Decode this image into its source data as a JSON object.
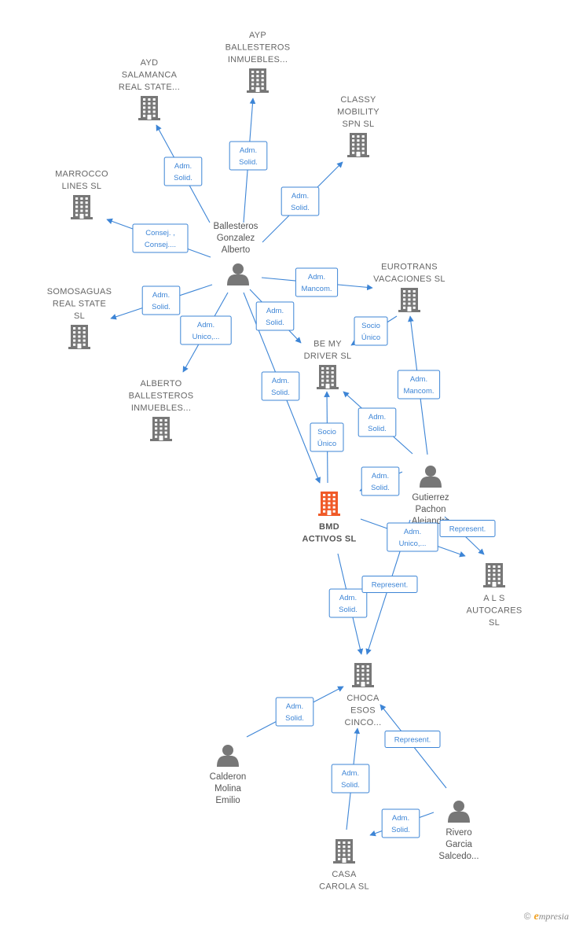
{
  "colors": {
    "edge": "#3d85d6",
    "company_icon": "#777777",
    "main_company_icon": "#f05a28",
    "person_icon": "#777777"
  },
  "companies": [
    {
      "id": "ayp",
      "lines": [
        "AYP",
        "BALLESTEROS",
        "INMUEBLES..."
      ]
    },
    {
      "id": "ayd",
      "lines": [
        "AYD",
        "SALAMANCA",
        "REAL STATE..."
      ]
    },
    {
      "id": "classy",
      "lines": [
        "CLASSY",
        "MOBILITY",
        "SPN  SL"
      ]
    },
    {
      "id": "marrocco",
      "lines": [
        "MARROCCO",
        "LINES  SL"
      ]
    },
    {
      "id": "somosaguas",
      "lines": [
        "SOMOSAGUAS",
        "REAL STATE",
        "SL"
      ]
    },
    {
      "id": "alberto",
      "lines": [
        "ALBERTO",
        "BALLESTEROS",
        "INMUEBLES..."
      ]
    },
    {
      "id": "eurotrans",
      "lines": [
        "EUROTRANS",
        "VACACIONES SL"
      ]
    },
    {
      "id": "bemy",
      "lines": [
        "BE MY",
        "DRIVER  SL"
      ]
    },
    {
      "id": "bmd",
      "lines": [
        "BMD",
        "ACTIVOS  SL"
      ],
      "main": true
    },
    {
      "id": "als",
      "lines": [
        "A L S",
        "AUTOCARES",
        "SL"
      ]
    },
    {
      "id": "choca",
      "lines": [
        "CHOCA",
        "ESOS",
        "CINCO..."
      ]
    },
    {
      "id": "casa",
      "lines": [
        "CASA",
        "CAROLA SL"
      ]
    }
  ],
  "persons": [
    {
      "id": "ballesteros",
      "lines": [
        "Ballesteros",
        "Gonzalez",
        "Alberto"
      ]
    },
    {
      "id": "gutierrez",
      "lines": [
        "Gutierrez",
        "Pachon",
        "Alejandro"
      ]
    },
    {
      "id": "calderon",
      "lines": [
        "Calderon",
        "Molina",
        "Emilio"
      ]
    },
    {
      "id": "rivero",
      "lines": [
        "Rivero",
        "Garcia",
        "Salcedo..."
      ]
    }
  ],
  "edges": [
    {
      "from": "ballesteros",
      "to": "ayp",
      "label": [
        "Adm.",
        "Solid."
      ]
    },
    {
      "from": "ballesteros",
      "to": "ayd",
      "label": [
        "Adm.",
        "Solid."
      ]
    },
    {
      "from": "ballesteros",
      "to": "classy",
      "label": [
        "Adm.",
        "Solid."
      ]
    },
    {
      "from": "ballesteros",
      "to": "marrocco",
      "label": [
        "Consej. ,",
        "Consej...."
      ]
    },
    {
      "from": "ballesteros",
      "to": "somosaguas",
      "label": [
        "Adm.",
        "Solid."
      ]
    },
    {
      "from": "ballesteros",
      "to": "alberto",
      "label": [
        "Adm.",
        "Unico,..."
      ]
    },
    {
      "from": "ballesteros",
      "to": "eurotrans",
      "label": [
        "Adm.",
        "Mancom."
      ]
    },
    {
      "from": "ballesteros",
      "to": "bemy",
      "label": [
        "Adm.",
        "Solid."
      ]
    },
    {
      "from": "ballesteros",
      "to": "bmd",
      "label": [
        "Adm.",
        "Solid."
      ]
    },
    {
      "from": "eurotrans",
      "to": "bemy",
      "label": [
        "Socio",
        "Único"
      ]
    },
    {
      "from": "bmd",
      "to": "bemy",
      "label": [
        "Socio",
        "Único"
      ]
    },
    {
      "from": "gutierrez",
      "to": "eurotrans",
      "label": [
        "Adm.",
        "Mancom."
      ]
    },
    {
      "from": "gutierrez",
      "to": "bemy",
      "label": [
        "Adm.",
        "Solid."
      ]
    },
    {
      "from": "gutierrez",
      "to": "bmd",
      "label": [
        "Adm.",
        "Solid."
      ]
    },
    {
      "from": "gutierrez",
      "to": "als",
      "label": [
        "Represent."
      ]
    },
    {
      "from": "bmd",
      "to": "als",
      "label": [
        "Adm.",
        "Unico,..."
      ]
    },
    {
      "from": "bmd",
      "to": "choca",
      "label": [
        "Adm.",
        "Solid."
      ]
    },
    {
      "from": "gutierrez",
      "to": "choca",
      "label": [
        "Represent."
      ]
    },
    {
      "from": "calderon",
      "to": "choca",
      "label": [
        "Adm.",
        "Solid."
      ]
    },
    {
      "from": "casa",
      "to": "choca",
      "label": [
        "Adm.",
        "Solid."
      ]
    },
    {
      "from": "rivero",
      "to": "choca",
      "label": [
        "Represent."
      ]
    },
    {
      "from": "rivero",
      "to": "casa",
      "label": [
        "Adm.",
        "Solid."
      ]
    }
  ],
  "footer": {
    "copyright": "©",
    "brand_initial": "e",
    "brand_rest": "mpresia"
  }
}
